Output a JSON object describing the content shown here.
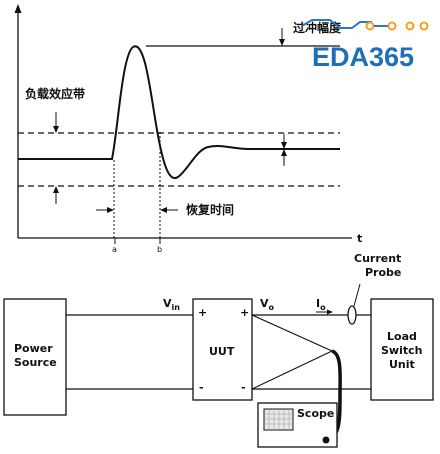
{
  "transient_plot": {
    "band_label": "负载效应带",
    "recovery_label": "恢复时间",
    "overshoot_label": "过冲幅度",
    "time_axis_label": "t",
    "tick_1": "a",
    "tick_2": "b"
  },
  "watermark": {
    "brand": "EDA365",
    "tag": "过冲幅度"
  },
  "circuit": {
    "power_source": [
      "Power",
      "Source"
    ],
    "uut": "UUT",
    "load": [
      "Load",
      "Switch",
      "Unit"
    ],
    "scope": "Scope",
    "vin_main": "V",
    "vin_sub": "in",
    "vo_main": "V",
    "vo_sub": "o",
    "io_main": "I",
    "io_sub": "o",
    "probe": [
      "Current",
      "Probe"
    ],
    "plus": "+",
    "minus": "-"
  },
  "colors": {
    "ink": "#111111",
    "brand_blue": "#1f6fb8",
    "brand_orange": "#f0a020",
    "brand_trace": "#2a7ac8"
  }
}
